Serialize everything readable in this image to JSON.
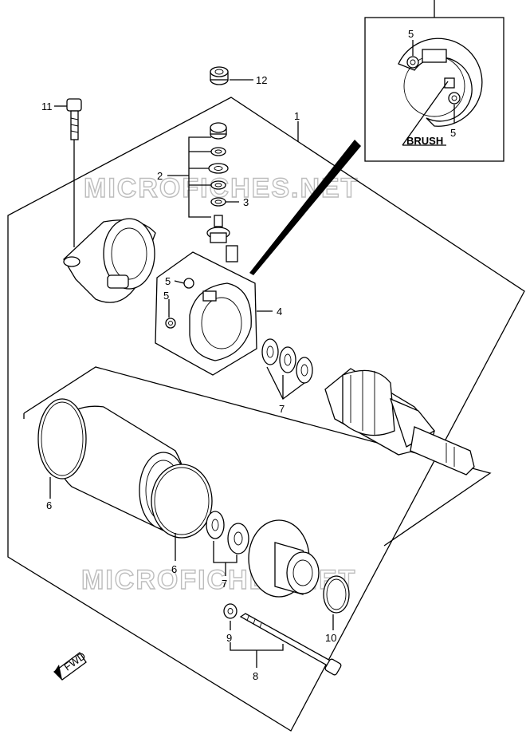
{
  "watermark": {
    "text": "MICROFICHES.NET"
  },
  "fwd_label": "FWD",
  "detail": {
    "brush_label": "BRUSH",
    "callout_top": "5",
    "callout_bottom": "5"
  },
  "callouts": {
    "c1": "1",
    "c2": "2",
    "c3": "3",
    "c4": "4",
    "c5a": "5",
    "c5b": "5",
    "c6a": "6",
    "c6b": "6",
    "c7a": "7",
    "c7b": "7",
    "c8": "8",
    "c9": "9",
    "c10": "10",
    "c11": "11",
    "c12": "12"
  }
}
